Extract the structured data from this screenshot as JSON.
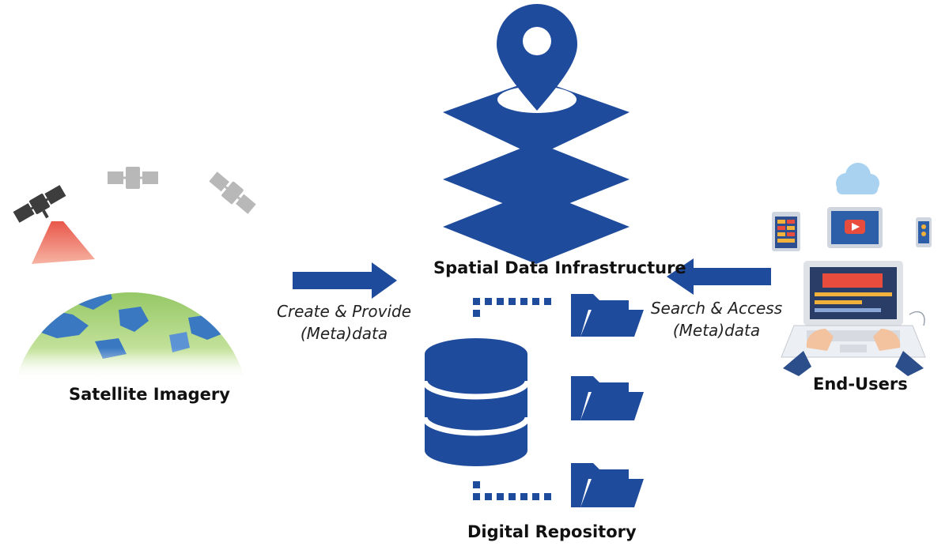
{
  "nodes": {
    "satellite": {
      "label": "Satellite Imagery"
    },
    "sdi": {
      "label": "Spatial Data Infrastructure"
    },
    "repository": {
      "label": "Digital Repository"
    },
    "users": {
      "label": "End-Users"
    }
  },
  "flows": {
    "provide": {
      "line1": "Create & Provide",
      "line2": "(Meta)data"
    },
    "access": {
      "line1": "Search & Access",
      "line2": "(Meta)data"
    }
  },
  "colors": {
    "primary": "#1f4b9c",
    "earth_land": "#9ccb6b",
    "earth_water": "#3a78c2",
    "satellite_active": "#3d3d3d",
    "satellite_inactive": "#b8b8b8",
    "beam": "#e8574a"
  },
  "icons": [
    "map-pin-icon",
    "layers-icon",
    "database-icon",
    "folder-icon",
    "satellite-icon",
    "globe-icon",
    "laptop-icon",
    "cloud-icon",
    "tablet-icon",
    "phone-icon",
    "arrow-right-icon",
    "arrow-left-icon"
  ]
}
